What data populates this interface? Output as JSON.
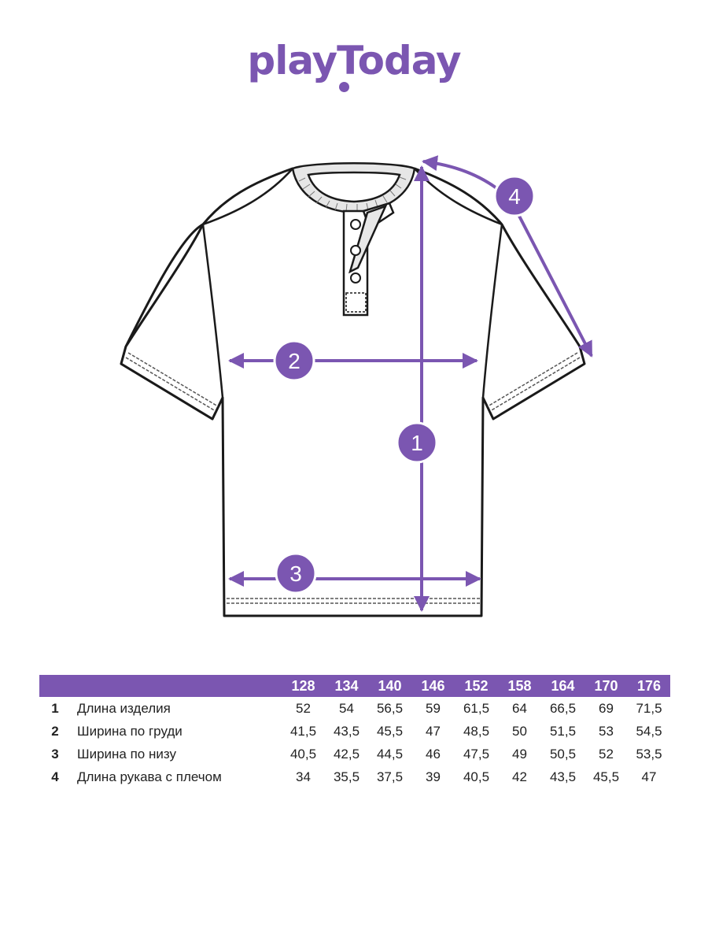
{
  "brand": {
    "logo_text": "playToday",
    "accent_color": "#7b56b1"
  },
  "diagram": {
    "markers": [
      "1",
      "2",
      "3",
      "4"
    ]
  },
  "size_table": {
    "sizes": [
      "128",
      "134",
      "140",
      "146",
      "152",
      "158",
      "164",
      "170",
      "176"
    ],
    "rows": [
      {
        "num": "1",
        "label": "Длина изделия",
        "values": [
          "52",
          "54",
          "56,5",
          "59",
          "61,5",
          "64",
          "66,5",
          "69",
          "71,5"
        ]
      },
      {
        "num": "2",
        "label": "Ширина по груди",
        "values": [
          "41,5",
          "43,5",
          "45,5",
          "47",
          "48,5",
          "50",
          "51,5",
          "53",
          "54,5"
        ]
      },
      {
        "num": "3",
        "label": "Ширина по низу",
        "values": [
          "40,5",
          "42,5",
          "44,5",
          "46",
          "47,5",
          "49",
          "50,5",
          "52",
          "53,5"
        ]
      },
      {
        "num": "4",
        "label": "Длина рукава с плечом",
        "values": [
          "34",
          "35,5",
          "37,5",
          "39",
          "40,5",
          "42",
          "43,5",
          "45,5",
          "47"
        ]
      }
    ]
  }
}
